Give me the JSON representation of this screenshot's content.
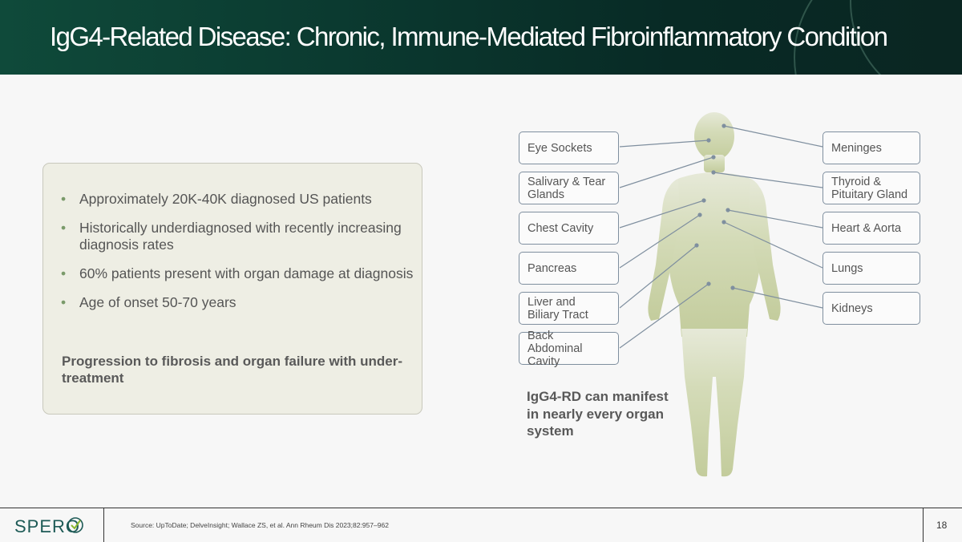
{
  "slide": {
    "title": "IgG4-Related Disease: Chronic, Immune-Mediated Fibroinflammatory Condition"
  },
  "bullets": [
    "Approximately 20K-40K diagnosed US patients",
    "Historically underdiagnosed with recently increasing diagnosis rates",
    "60% patients present with organ damage at diagnosis",
    "Age of onset 50-70 years"
  ],
  "progression_text": "Progression to fibrosis and organ failure with under-treatment",
  "organs_left": [
    [
      "Eye Sockets"
    ],
    [
      "Salivary & Tear",
      "Glands"
    ],
    [
      "Chest Cavity"
    ],
    [
      "Pancreas"
    ],
    [
      "Liver and",
      "Biliary Tract"
    ],
    [
      "Back Abdominal",
      "Cavity"
    ]
  ],
  "organs_right": [
    [
      "Meninges"
    ],
    [
      "Thyroid &",
      "Pituitary Gland"
    ],
    [
      "Heart & Aorta"
    ],
    [
      "Lungs"
    ],
    [
      "Kidneys"
    ]
  ],
  "callout": "IgG4-RD can manifest in nearly every organ system",
  "footer": {
    "logo": "SPERO",
    "source": "Source: UpToDate; DelveInsight; Wallace ZS, et al. Ann Rheum Dis 2023;82:957–962",
    "page_number": "18"
  },
  "colors": {
    "header_green": "#0b3a30",
    "body_silhouette": "#c9d3a8",
    "connector": "#7f8f9f",
    "text_gray": "#555555"
  }
}
